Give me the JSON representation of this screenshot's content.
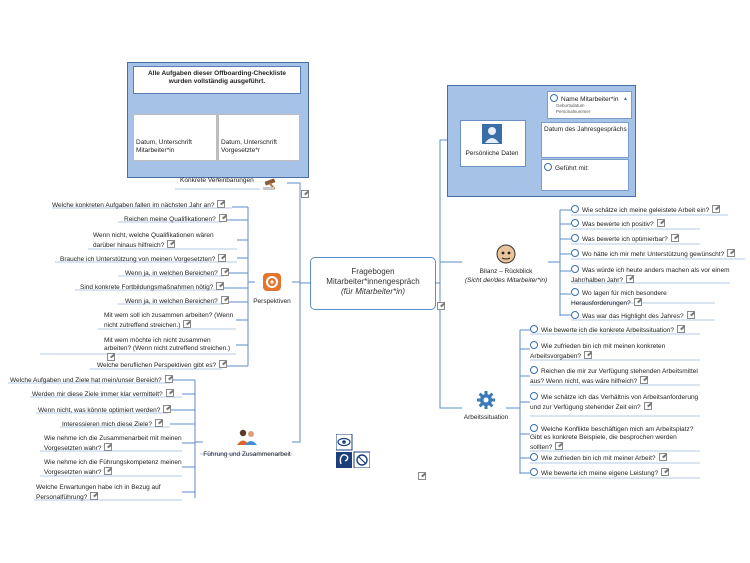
{
  "center": {
    "line1": "Fragebogen",
    "line2": "Mitarbeiter*innengespräch",
    "line3": "(für Mitarbeiter*in)"
  },
  "offboarding": {
    "title": "Alle Aufgaben dieser Offboarding-Checkliste wurden vollständig ausgeführt.",
    "sig_left": "Datum, Unterschrift Mitarbeiter*in",
    "sig_right": "Datum, Unterschrift Vorgesetzte*r"
  },
  "konkrete": {
    "label": "Konkrete Vereinbarungen"
  },
  "perspektiven": {
    "label": "Perspektiven",
    "items": [
      "Welche konkreten Aufgaben fallen im nächsten Jahr an?",
      "Reichen meine Qualifikationen?",
      "Wenn nicht, welche Qualifikationen wären darüber hinaus hilfreich?",
      "Brauche ich Unterstützung von meinen Vorgesetzten?",
      "Wenn ja, in welchen Bereichen?",
      "Sind konkrete Fortbildungsmaßnahmen nötig?",
      "Wenn ja, in welchen Bereichen?",
      "Mit wem soll ich zusammen arbeiten? (Wenn nicht zutreffend streichen.)",
      "Mit wem möchte ich nicht zusammen arbeiten? (Wenn nicht zutreffend streichen.)",
      "Welche beruflichen Perspektiven gibt es?"
    ]
  },
  "fuehrung": {
    "label": "Führung und Zusammenarbeit",
    "items": [
      "Welche Aufgaben und Ziele hat mein/unser Bereich?",
      "Werden mir diese Ziele immer klar vermittelt?",
      "Wenn nicht, was könnte optimiert werden?",
      "Interessieren mich diese Ziele?",
      "Wie nehme ich die Zusammenarbeit mit meinen Vorgesetzten wahr?",
      "Wie nehme ich die Führungskompetenz meinen Vorgesetzten wahr?",
      "Welche Erwartungen habe ich in Bezug auf Personalführung?"
    ]
  },
  "persoenliche": {
    "label": "Persönliche Daten",
    "name_label": "Name Mitarbeiter*in",
    "name_sub1": "Geburtsdatum",
    "name_sub2": "Personalnummer",
    "date_label": "Datum des Jahresgesprächs",
    "lead_label": "Geführt mit:"
  },
  "bilanz": {
    "label": "Bilanz – Rückblick",
    "sub": "(Sicht der/des Mitarbeiter*in)",
    "items": [
      "Wie schätze ich meine geleistete Arbeit ein?",
      "Was bewerte ich positiv?",
      "Was bewerte ich optimierbar?",
      "Wo hätte ich mir mehr Unterstützung gewünscht?",
      "Was würde ich heute anders machen als vor einem Jahr/halben Jahr?",
      "Wo lagen für mich besondere Herausforderungen?",
      "Was war das Highlight des Jahres?"
    ]
  },
  "arbeit": {
    "label": "Arbeitssituation",
    "items": [
      "Wie bewerte ich die konkrete Arbeitssituation?",
      "Wie zufrieden bin ich mit meinen konkreten Arbeitsvorgaben?",
      "Reichen die mir zur Verfügung stehenden Arbeitsmittel aus? Wenn nicht, was wäre hilfreich?",
      "Wie schätze ich das Verhältnis von Arbeitsanforderung und zur Verfügung stehender Zeit ein?",
      "Welche Konflikte beschäftigen mich am Arbeitsplatz? Gibt es konkrete Beispiele, die besprochen werden sollten?",
      "Wie zufrieden bin ich mit meiner Arbeit?",
      "Wie bewerte ich meine eigene Leistung?"
    ]
  },
  "colors": {
    "line": "#5b8ccc",
    "panel": "#a6c2e6",
    "panel_border": "#466fa8"
  }
}
